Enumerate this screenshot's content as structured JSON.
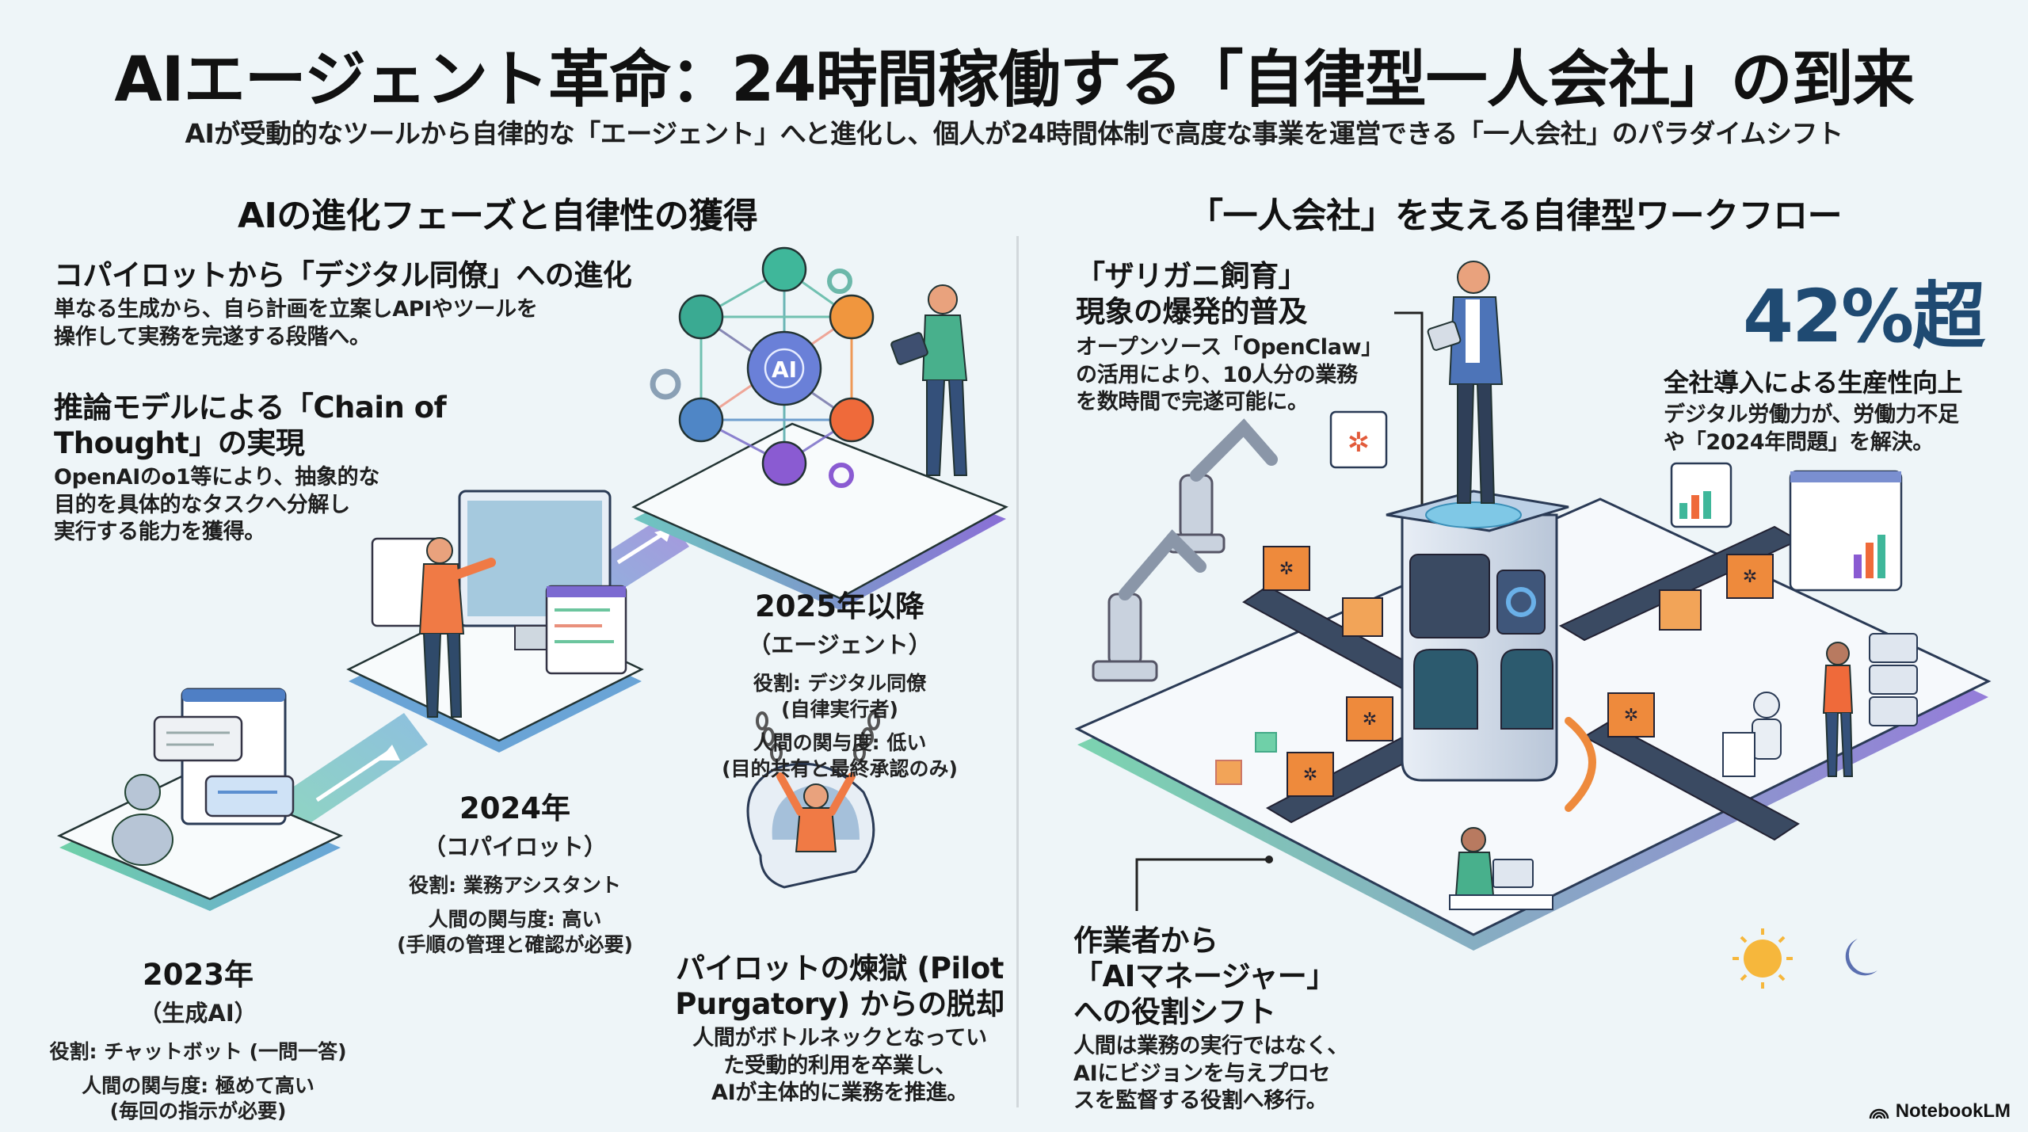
{
  "header": {
    "title": "AIエージェント革命：24時間稼働する「自律型一人会社」の到来",
    "subtitle": "AIが受動的なツールから自律的な「エージェント」へと進化し、個人が24時間体制で高度な事業を運営できる「一人会社」のパラダイムシフト"
  },
  "left": {
    "heading": "AIの進化フェーズと自律性の獲得",
    "blocks": [
      {
        "title": "コパイロットから「デジタル同僚」への進化",
        "body_lines": [
          "単なる生成から、自ら計画を立案しAPIやツールを",
          "操作して実務を完遂する段階へ。"
        ]
      },
      {
        "title_lines": [
          "推論モデルによる「Chain of",
          "Thought」の実現"
        ],
        "body_lines": [
          "OpenAIのo1等により、抽象的な",
          "目的を具体的なタスクへ分解し",
          "実行する能力を獲得。"
        ]
      }
    ],
    "stages": [
      {
        "year": "2023年",
        "label": "（生成AI）",
        "role": "役割: チャットボット (一問一答)",
        "involvement": "人間の関与度: 極めて高い",
        "involvement_note": "(毎回の指示が必要)"
      },
      {
        "year": "2024年",
        "label": "（コパイロット）",
        "role": "役割: 業務アシスタント",
        "involvement": "人間の関与度: 高い",
        "involvement_note": "(手順の管理と確認が必要)"
      },
      {
        "year": "2025年以降",
        "label": "（エージェント）",
        "role": "役割: デジタル同僚",
        "role_note": "(自律実行者)",
        "involvement": "人間の関与度: 低い",
        "involvement_note": "(目的共有と最終承認のみ)"
      }
    ],
    "pilot": {
      "title_lines": [
        "パイロットの煉獄 (Pilot",
        "Purgatory) からの脱却"
      ],
      "body_lines": [
        "人間がボトルネックとなってい",
        "た受動的利用を卒業し、",
        "AIが主体的に業務を推進。"
      ]
    },
    "ai_hub_label": "AI"
  },
  "right": {
    "heading": "「一人会社」を支える自律型ワークフロー",
    "crayfish": {
      "title_lines": [
        "「ザリガニ飼育」",
        "現象の爆発的普及"
      ],
      "body_lines": [
        "オープンソース「OpenClaw」",
        "の活用により、10人分の業務",
        "を数時間で完遂可能に。"
      ]
    },
    "stat": {
      "value": "42%超",
      "title": "全社導入による生産性向上",
      "body_lines": [
        "デジタル労働力が、労働力不足",
        "や「2024年問題」を解決。"
      ]
    },
    "manager": {
      "title_lines": [
        "作業者から",
        "「AIマネージャー」",
        "への役割シフト"
      ],
      "body_lines": [
        "人間は業務の実行ではなく、",
        "AIにビジョンを与えプロセ",
        "スを監督する役割へ移行。"
      ]
    }
  },
  "branding": {
    "name": "NotebookLM",
    "icon": "notebooklm-logo-icon"
  },
  "colors": {
    "background": "#eef5f8",
    "stat_blue": "#1f4a72",
    "teal": "#3aa89a",
    "purple": "#7a5cc8",
    "orange": "#ee8a3c",
    "platform_blue": "#5a8fc7"
  }
}
